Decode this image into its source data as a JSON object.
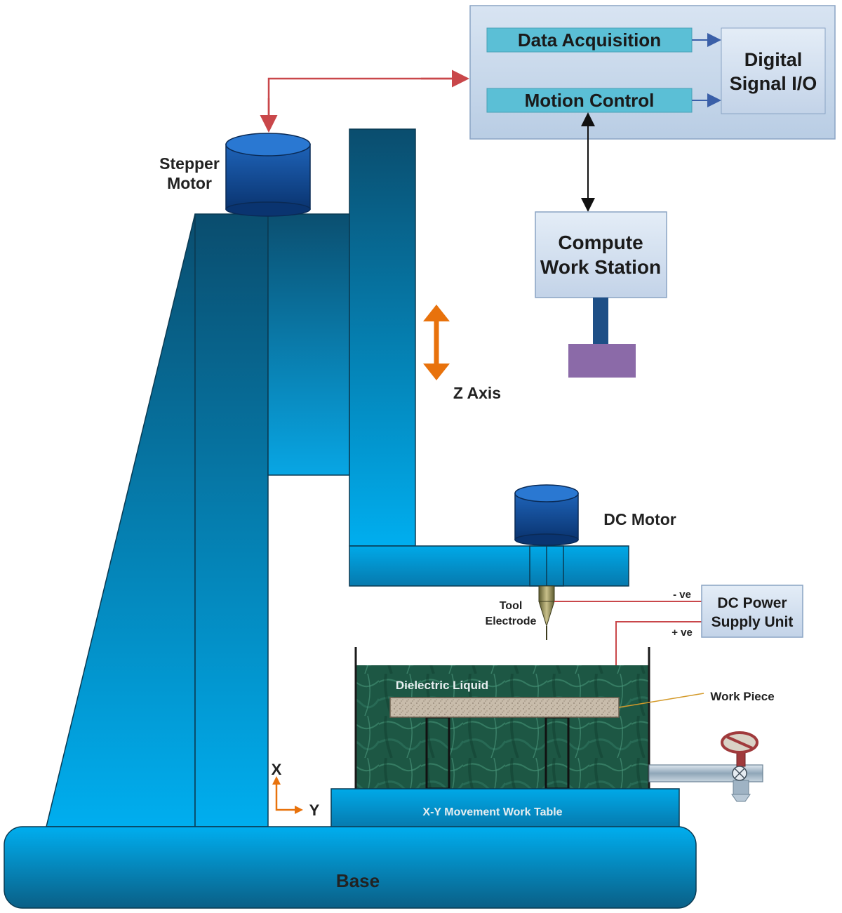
{
  "labels": {
    "data_acquisition": "Data Acquisition",
    "motion_control": "Motion Control",
    "digital_signal_io_line1": "Digital",
    "digital_signal_io_line2": "Signal I/O",
    "stepper_motor_line1": "Stepper",
    "stepper_motor_line2": "Motor",
    "compute_ws_line1": "Compute",
    "compute_ws_line2": "Work Station",
    "z_axis": "Z Axis",
    "dc_motor": "DC Motor",
    "tool_electrode_line1": "Tool",
    "tool_electrode_line2": "Electrode",
    "negative": "- ve",
    "positive": "+ ve",
    "dc_power_line1": "DC Power",
    "dc_power_line2": "Supply Unit",
    "dielectric_liquid": "Dielectric Liquid",
    "work_piece": "Work Piece",
    "axis_x": "X",
    "axis_y": "Y",
    "work_table": "X-Y Movement Work Table",
    "base": "Base"
  },
  "colors": {
    "machine_dark": "#0a4d6e",
    "machine_light": "#00aeef",
    "control_panel": "#c5d7ea",
    "module_bar": "#5bbfd6",
    "signal_arrow_red": "#c9474a",
    "z_arrow_orange": "#e8720c",
    "tank_green": "#1f5a47",
    "workpiece_tan": "#c4b6a4",
    "monitor_base": "#8b6aa8"
  }
}
